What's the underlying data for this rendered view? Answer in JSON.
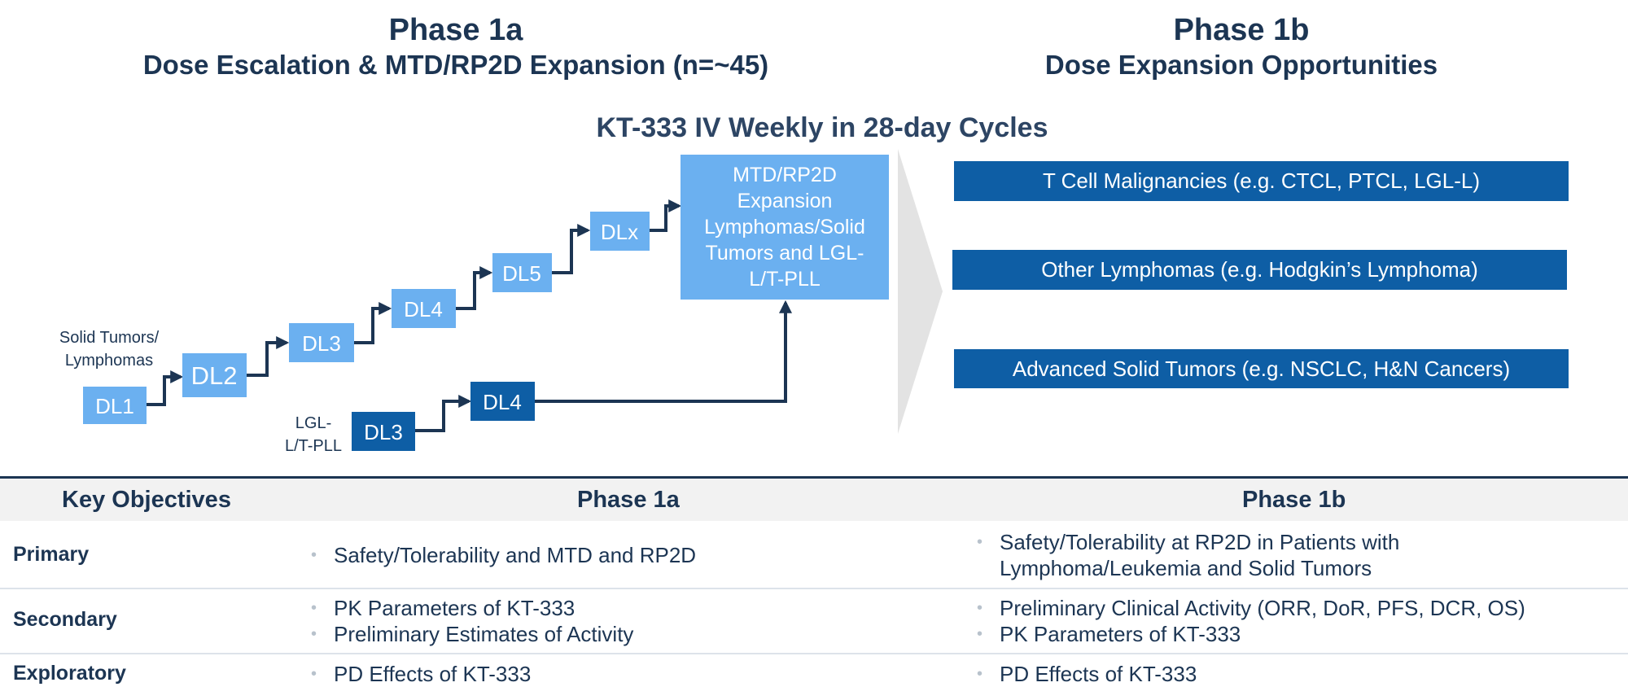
{
  "header": {
    "phase1a_title": "Phase 1a",
    "phase1a_sub": "Dose Escalation & MTD/RP2D Expansion (n=~45)",
    "phase1b_title": "Phase 1b",
    "phase1b_sub": "Dose Expansion Opportunities"
  },
  "diagram": {
    "cycles_title": "KT-333 IV Weekly in 28-day Cycles",
    "solid_label_1": "Solid Tumors/",
    "solid_label_2": "Lymphomas",
    "lgl_label_1": "LGL-",
    "lgl_label_2": "L/T-PLL",
    "steps_light": [
      "DL1",
      "DL2",
      "DL3",
      "DL4",
      "DL5",
      "DLx"
    ],
    "steps_dark": [
      "DL3",
      "DL4"
    ],
    "mtd_box": "MTD/RP2D Expansion Lymphomas/Solid Tumors and LGL-L/T-PLL",
    "colors": {
      "light_box": "#6bb0f0",
      "dark_box": "#0e5ea5",
      "arrow": "#1c3553",
      "chevron": "#e3e3e3"
    }
  },
  "expansion": [
    "T Cell Malignancies (e.g. CTCL, PTCL, LGL-L)",
    "Other Lymphomas (e.g. Hodgkin’s Lymphoma)",
    "Advanced Solid Tumors (e.g. NSCLC, H&N Cancers)"
  ],
  "table": {
    "headers": [
      "Key Objectives",
      "Phase 1a",
      "Phase 1b"
    ],
    "rows": [
      {
        "label": "Primary",
        "phase1a": [
          "Safety/Tolerability and MTD and RP2D"
        ],
        "phase1b": [
          "Safety/Tolerability at RP2D in Patients with Lymphoma/Leukemia and Solid Tumors"
        ]
      },
      {
        "label": "Secondary",
        "phase1a": [
          "PK Parameters of KT-333",
          "Preliminary Estimates of Activity"
        ],
        "phase1b": [
          "Preliminary Clinical Activity (ORR, DoR, PFS, DCR, OS)",
          "PK Parameters of KT-333"
        ]
      },
      {
        "label": "Exploratory",
        "phase1a": [
          "PD Effects of KT-333"
        ],
        "phase1b": [
          "PD Effects of KT-333"
        ]
      }
    ]
  }
}
